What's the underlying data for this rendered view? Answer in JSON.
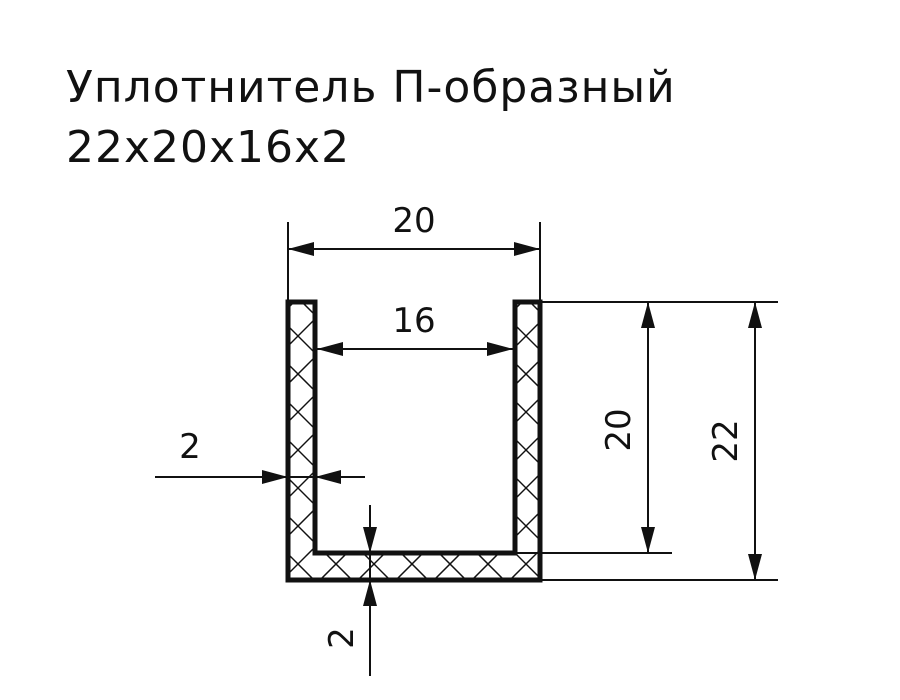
{
  "title": {
    "line1": "Уплотнитель П-образный",
    "line2": "22x20x16x2"
  },
  "dimensions": {
    "outer_width": "20",
    "inner_width": "16",
    "inner_height": "20",
    "outer_height": "22",
    "wall_thickness": "2",
    "bottom_thickness": "2"
  },
  "colors": {
    "line": "#111111",
    "background": "#ffffff"
  }
}
